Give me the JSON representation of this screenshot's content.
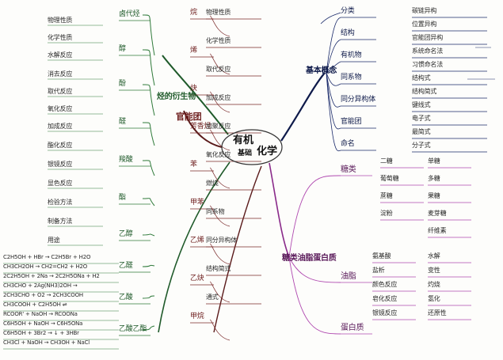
{
  "center": {
    "line1": "有机",
    "line2": "化学",
    "line3": "基础"
  },
  "hubs": {
    "hydrocarbon": "烃的衍生物",
    "organic": "官能团",
    "basic_concepts": "基本概念",
    "lipids_sugar": "糖类油脂蛋白质"
  },
  "left_green": [
    "卤代烃",
    "醇",
    "酚",
    "醛",
    "羧酸",
    "酯",
    "乙醇",
    "乙醛",
    "乙酸",
    "乙酸乙酯",
    "物理性质",
    "化学性质",
    "水解反应",
    "消去反应",
    "取代反应",
    "氧化反应",
    "加成反应",
    "酯化反应",
    "银镜反应",
    "显色反应",
    "检验方法",
    "制备方法",
    "用途"
  ],
  "mid_red": [
    "烷",
    "烯",
    "炔",
    "芳香烃",
    "苯",
    "甲苯",
    "乙烯",
    "乙炔",
    "甲烷",
    "物理性质",
    "化学性质",
    "取代反应",
    "加成反应",
    "加聚反应",
    "氧化反应",
    "燃烧",
    "同系物",
    "同分异构体",
    "结构简式",
    "通式"
  ],
  "right_navy": [
    "分类",
    "结构",
    "有机物",
    "同系物",
    "同分异构体",
    "官能团",
    "命名",
    "碳链异构",
    "位置异构",
    "官能团异构",
    "系统命名法",
    "习惯命名法",
    "结构式",
    "结构简式",
    "键线式",
    "电子式",
    "最简式",
    "分子式"
  ],
  "right_pink": [
    "糖类",
    "单糖",
    "二糖",
    "多糖",
    "葡萄糖",
    "果糖",
    "蔗糖",
    "麦芽糖",
    "淀粉",
    "纤维素",
    "油脂",
    "蛋白质",
    "氨基酸",
    "水解",
    "盐析",
    "变性",
    "颜色反应",
    "灼烧",
    "皂化反应",
    "氢化",
    "银镜反应",
    "还原性"
  ]
}
